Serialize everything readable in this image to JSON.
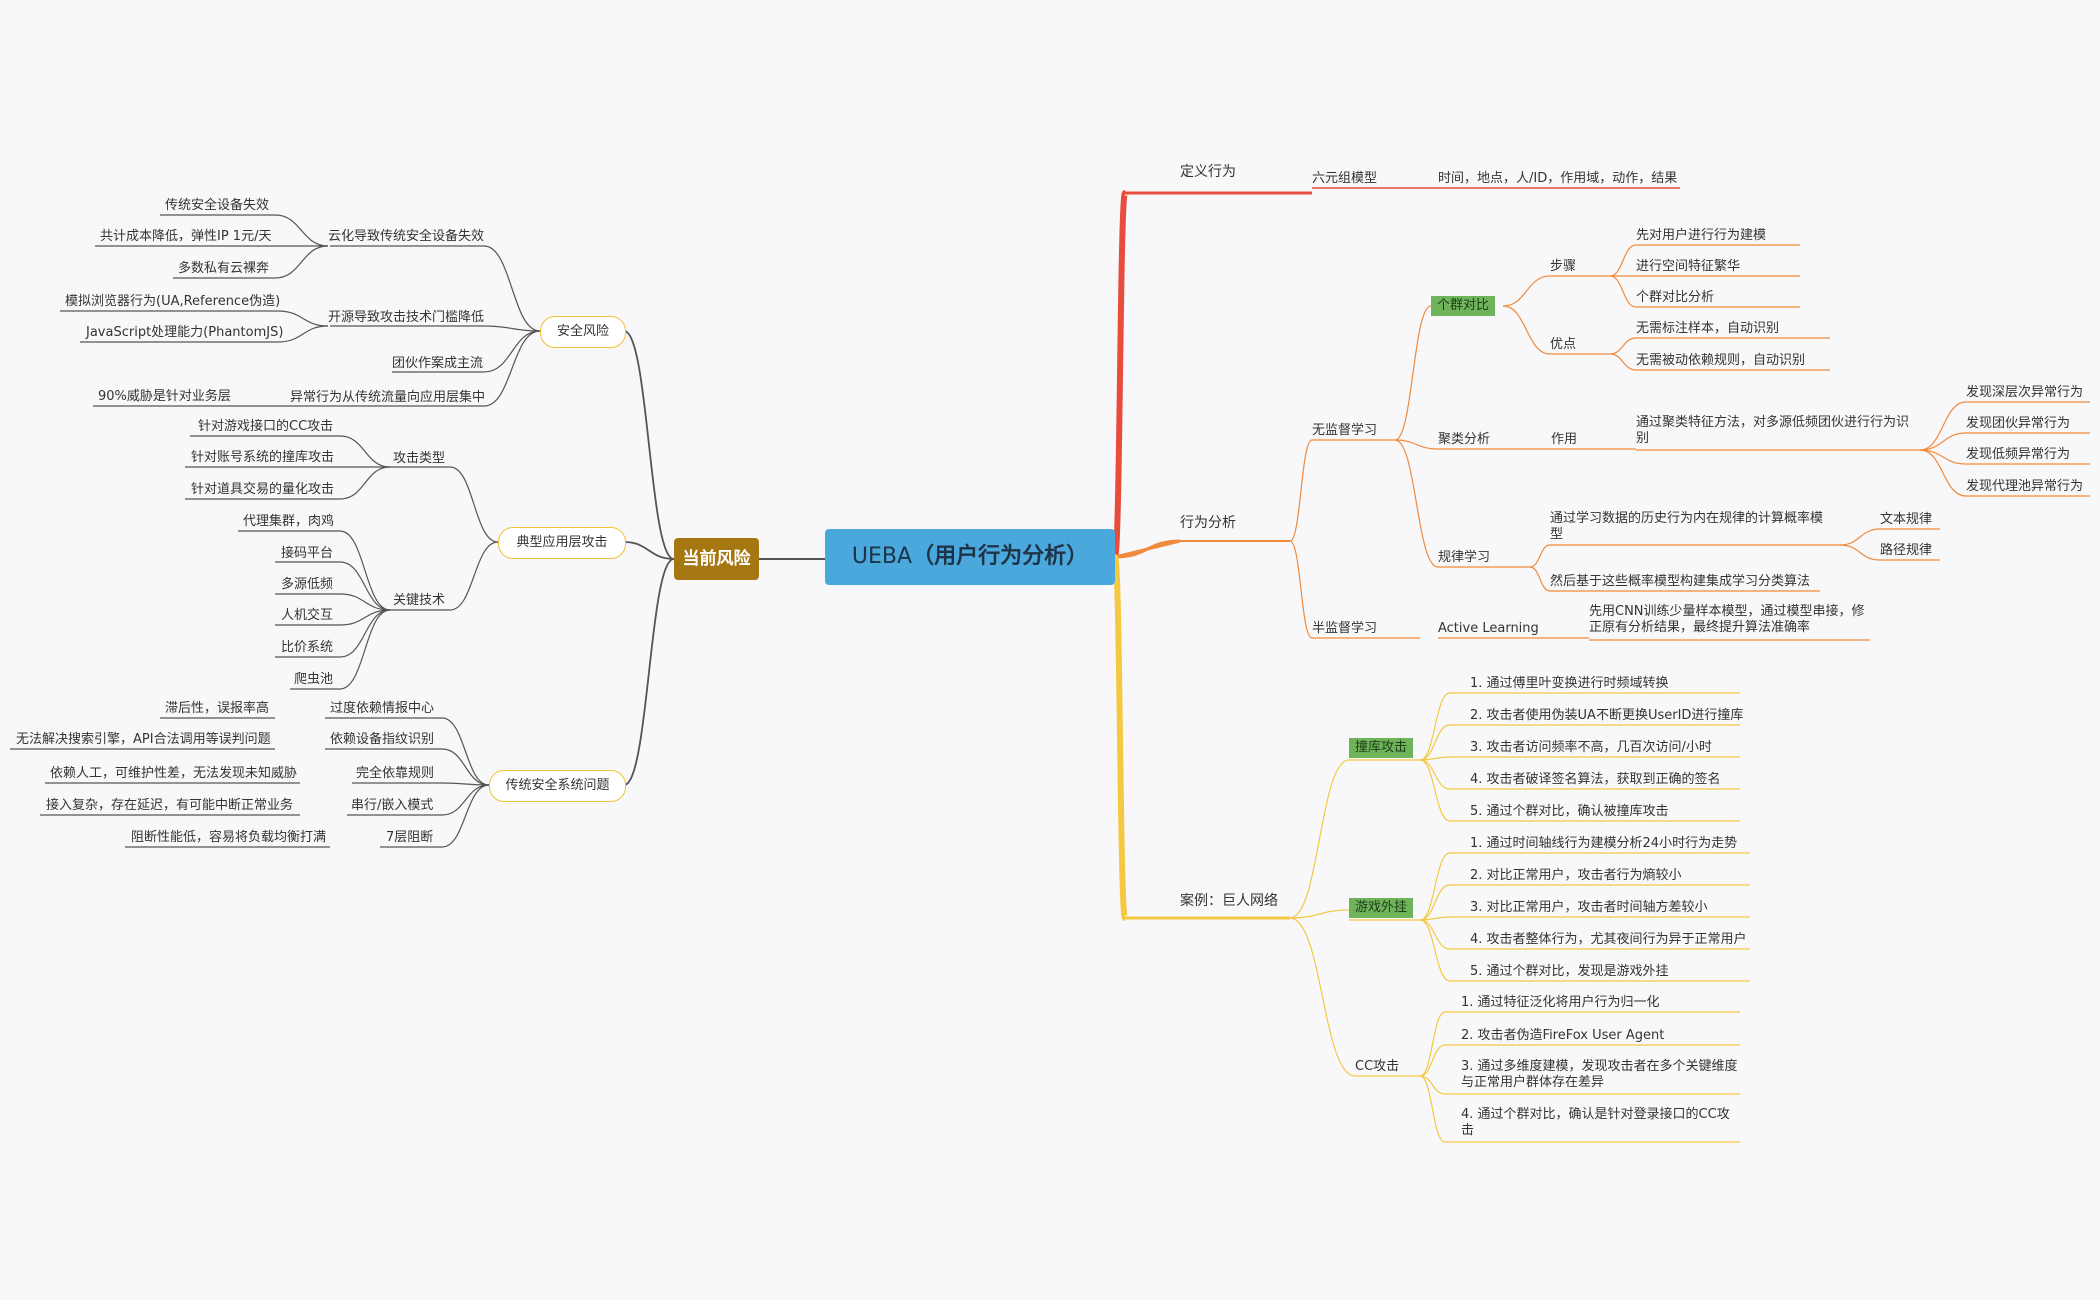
{
  "root": {
    "prefix": "UEBA",
    "title": "（用户行为分析）"
  },
  "left_root": "当前风险",
  "colors": {
    "root": "#4aa8dc",
    "left_root": "#a67611",
    "red": "#e74c3c",
    "orange": "#f08a3c",
    "yellow": "#f5c842",
    "tag": "#6fb35a"
  },
  "left": {
    "security": {
      "label": "安全风险",
      "cloud": {
        "label": "云化导致传统安全设备失效",
        "items": [
          "传统安全设备失效",
          "共计成本降低，弹性IP 1元/天",
          "多数私有云裸奔"
        ]
      },
      "opensrc": {
        "label": "开源导致攻击技术门槛降低",
        "items": [
          "模拟浏览器行为(UA,Reference伪造)",
          "JavaScript处理能力(PhantomJS)"
        ]
      },
      "gang": "团伙作案成主流",
      "shift": {
        "label": "异常行为从传统流量向应用层集中",
        "items": [
          "90%威胁是针对业务层"
        ]
      }
    },
    "typical": {
      "label": "典型应用层攻击",
      "types": {
        "label": "攻击类型",
        "items": [
          "针对游戏接口的CC攻击",
          "针对账号系统的撞库攻击",
          "针对道具交易的量化攻击"
        ]
      },
      "tech": {
        "label": "关键技术",
        "items": [
          "代理集群，肉鸡",
          "接码平台",
          "多源低频",
          "人机交互",
          "比价系统",
          "爬虫池"
        ]
      }
    },
    "traditional": {
      "label": "传统安全系统问题",
      "items": [
        {
          "label": "过度依赖情报中心",
          "detail": "滞后性，误报率高"
        },
        {
          "label": "依赖设备指纹识别",
          "detail": "无法解决搜索引擎，API合法调用等误判问题"
        },
        {
          "label": "完全依靠规则",
          "detail": "依赖人工，可维护性差，无法发现未知威胁"
        },
        {
          "label": "串行/嵌入模式",
          "detail": "接入复杂，存在延迟，有可能中断正常业务"
        },
        {
          "label": "7层阻断",
          "detail": "阻断性能低，容易将负载均衡打满"
        }
      ]
    }
  },
  "right": {
    "define": {
      "label": "定义行为",
      "model": "六元组模型",
      "detail": "时间，地点，人/ID，作用域，动作，结果"
    },
    "analysis": {
      "label": "行为分析",
      "unsup": {
        "label": "无监督学习",
        "group": {
          "label": "个群对比",
          "steps": {
            "label": "步骤",
            "items": [
              "先对用户进行行为建模",
              "进行空间特征繁华",
              "个群对比分析"
            ]
          },
          "merits": {
            "label": "优点",
            "items": [
              "无需标注样本，自动识别",
              "无需被动依赖规则，自动识别"
            ]
          }
        },
        "cluster": {
          "label": "聚类分析",
          "role": "作用",
          "detail": "通过聚类特征方法，对多源低频团伙进行行为识别",
          "items": [
            "发现深层次异常行为",
            "发现团伙异常行为",
            "发现低频异常行为",
            "发现代理池异常行为"
          ]
        },
        "rule": {
          "label": "规律学习",
          "detail1": "通过学习数据的历史行为内在规律的计算概率模型",
          "subs": [
            "文本规律",
            "路径规律"
          ],
          "detail2": "然后基于这些概率模型构建集成学习分类算法"
        }
      },
      "semi": {
        "label": "半监督学习",
        "method": "Active Learning",
        "detail": "先用CNN训练少量样本模型，通过模型串接，修正原有分析结果，最终提升算法准确率"
      }
    },
    "cases": {
      "label": "案例：巨人网络",
      "stuffing": {
        "label": "撞库攻击",
        "items": [
          "1. 通过傅里叶变换进行时频域转换",
          "2. 攻击者使用伪装UA不断更换UserID进行撞库",
          "3. 攻击者访问频率不高，几百次访问/小时",
          "4. 攻击者破译签名算法，获取到正确的签名",
          "5. 通过个群对比，确认被撞库攻击"
        ]
      },
      "cheat": {
        "label": "游戏外挂",
        "items": [
          "1. 通过时间轴线行为建模分析24小时行为走势",
          "2. 对比正常用户，攻击者行为熵较小",
          "3. 对比正常用户，攻击者时间轴方差较小",
          "4. 攻击者整体行为，尤其夜间行为异于正常用户",
          "5. 通过个群对比，发现是游戏外挂"
        ]
      },
      "cc": {
        "label": "CC攻击",
        "items": [
          "1. 通过特征泛化将用户行为归一化",
          "2. 攻击者伪造FireFox User Agent",
          "3. 通过多维度建模，发现攻击者在多个关键维度与正常用户群体存在差异",
          "4. 通过个群对比，确认是针对登录接口的CC攻击"
        ]
      }
    }
  }
}
